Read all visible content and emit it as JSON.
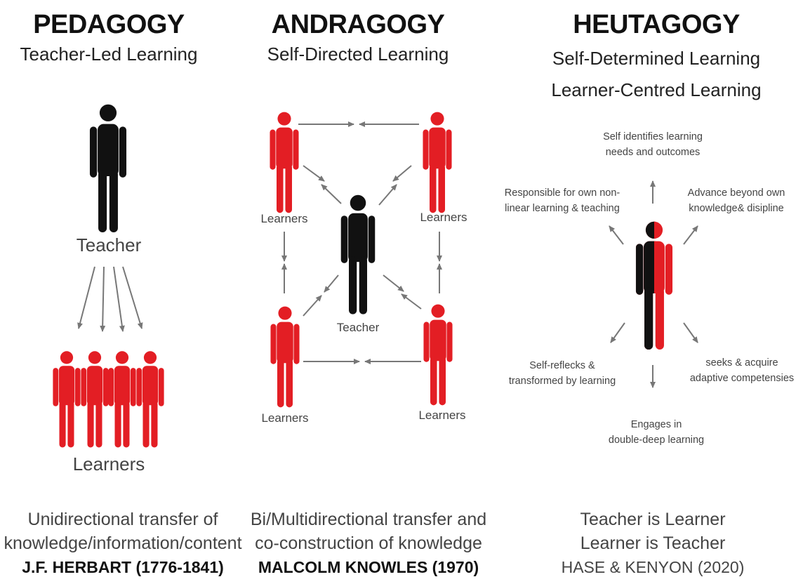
{
  "pedagogy": {
    "title": "PEDAGOGY",
    "subtitle": "Teacher-Led Learning",
    "teacher_label": "Teacher",
    "learners_label": "Learners",
    "desc_line1": "Unidirectional transfer of",
    "desc_line2": "knowledge/information/content",
    "author": "J.F. HERBART (1776-1841)"
  },
  "andragogy": {
    "title": "ANDRAGOGY",
    "subtitle": "Self-Directed Learning",
    "learners_tl": "Learners",
    "learners_tr": "Learners",
    "learners_bl": "Learners",
    "learners_br": "Learners",
    "teacher_label": "Teacher",
    "desc_line1": "Bi/Multidirectional transfer and",
    "desc_line2": "co-construction of knowledge",
    "author": "MALCOLM KNOWLES (1970)"
  },
  "heutagogy": {
    "title": "HEUTAGOGY",
    "subtitle1": "Self-Determined Learning",
    "subtitle2": "Learner-Centred Learning",
    "top_line1": "Self identifies learning",
    "top_line2": "needs and outcomes",
    "upper_left_line1": "Responsible for own non-",
    "upper_left_line2": "linear learning & teaching",
    "upper_right_line1": "Advance beyond own",
    "upper_right_line2": "knowledge& disipline",
    "lower_left_line1": "Self-reflecks &",
    "lower_left_line2": "transformed by learning",
    "lower_right_line1": "seeks & acquire",
    "lower_right_line2": "adaptive competensies",
    "bottom_line1": "Engages in",
    "bottom_line2": "double-deep learning",
    "desc_line1": "Teacher is Learner",
    "desc_line2": "Learner is Teacher",
    "author": "HASE & KENYON (2020)"
  },
  "colors": {
    "red": "#e31e24",
    "black": "#111111",
    "arrow": "#777777"
  }
}
